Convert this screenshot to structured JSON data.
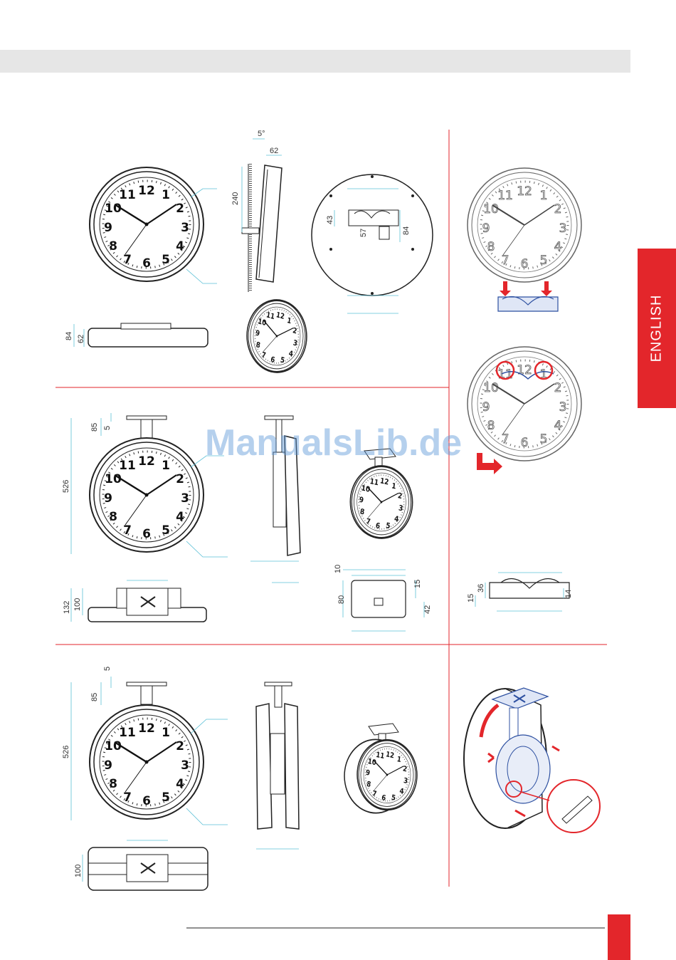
{
  "header": {
    "bar_color": "#e6e6e6"
  },
  "side_tab": {
    "label": "ENGLISH",
    "color": "#e3262b"
  },
  "watermark": {
    "text": "ManualsLib.de"
  },
  "section1": {
    "angle": "5°",
    "depth_top": "62",
    "bracket_height": "240",
    "plate_h1": "43",
    "plate_h2": "84",
    "plate_w": "57",
    "side_h1": "84",
    "side_h2": "62"
  },
  "section2": {
    "height": "526",
    "stem": "85",
    "top_plate": "5",
    "base_h1": "132",
    "base_h2": "100",
    "plate_10": "10",
    "plate_15": "15",
    "plate_80": "80",
    "plate_42": "42"
  },
  "section3": {
    "height": "526",
    "stem": "85",
    "top_plate": "5",
    "base_h": "100"
  },
  "clip": {
    "d36": "36",
    "d15": "15",
    "d14": "14"
  },
  "accent": {
    "red": "#e3262b",
    "blue": "#2c4fa0",
    "cyan": "#5bc0d6"
  }
}
